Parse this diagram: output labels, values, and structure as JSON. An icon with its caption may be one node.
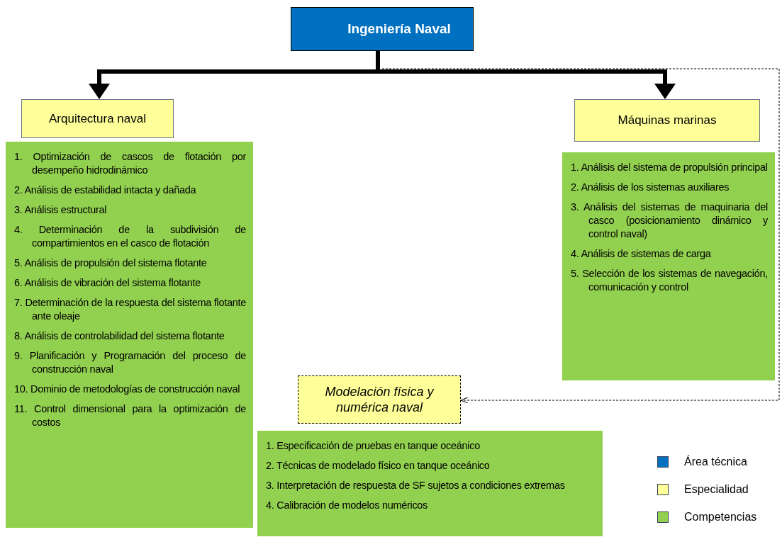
{
  "diagram": {
    "nodes": [
      {
        "text": [
          "Ingeniería Naval"
        ]
      },
      {
        "text": [
          "Arquitectura naval"
        ]
      },
      {
        "text": [
          "1. Optimización de cascos de flotación por desempeño hidrodinámico",
          "2. Análisis de estabilidad intacta y dañada",
          "3. Análisis estructural",
          "4. Determinación de la subdivisión de compartimientos en el casco de flotación",
          "5. Análisis de propulsión del sistema flotante",
          "6. Análisis de vibración del sistema flotante",
          "7. Determinación de la respuesta del sistema flotante ante oleaje",
          "8. Análisis de controlabilidad del sistema flotante",
          "9. Planificación y Programación del proceso de construcción naval",
          "10. Dominio de metodologías de construcción naval",
          "11. Control dimensional para la optimización de costos"
        ]
      },
      {
        "text": [
          "Máquinas marinas"
        ]
      },
      {
        "text": [
          "1. Análisis del sistema de propulsión principal",
          "2. Análisis de los sistemas auxiliares",
          "3. Análisis del sistemas de maquinaria del casco (posicionamiento dinámico y control naval)",
          "4. Análisis de sistemas de carga",
          "5. Selección de los sistemas de navegación, comunicación y control"
        ]
      },
      {
        "text": [
          "Modelación física y numérica naval"
        ]
      },
      {
        "text": [
          "1. Especificación de pruebas en tanque oceánico",
          "2. Técnicas de modelado físico en tanque oceánico",
          "3. Interpretación de respuesta de SF sujetos a condiciones extremas",
          "4. Calibración de modelos numéricos"
        ]
      }
    ],
    "edges": [
      {
        "from": 0,
        "to": 1,
        "arrow": "to"
      },
      {
        "from": 0,
        "to": 3,
        "arrow": "to"
      },
      {
        "from": 0,
        "to": 5,
        "arrow": "to",
        "style": "dashed"
      }
    ],
    "legend": [
      {
        "text": "Área técnica",
        "color": "#0070c0"
      },
      {
        "text": "Especialidad",
        "color": "#ffff99"
      },
      {
        "text": "Competencias",
        "color": "#92d050"
      }
    ]
  }
}
